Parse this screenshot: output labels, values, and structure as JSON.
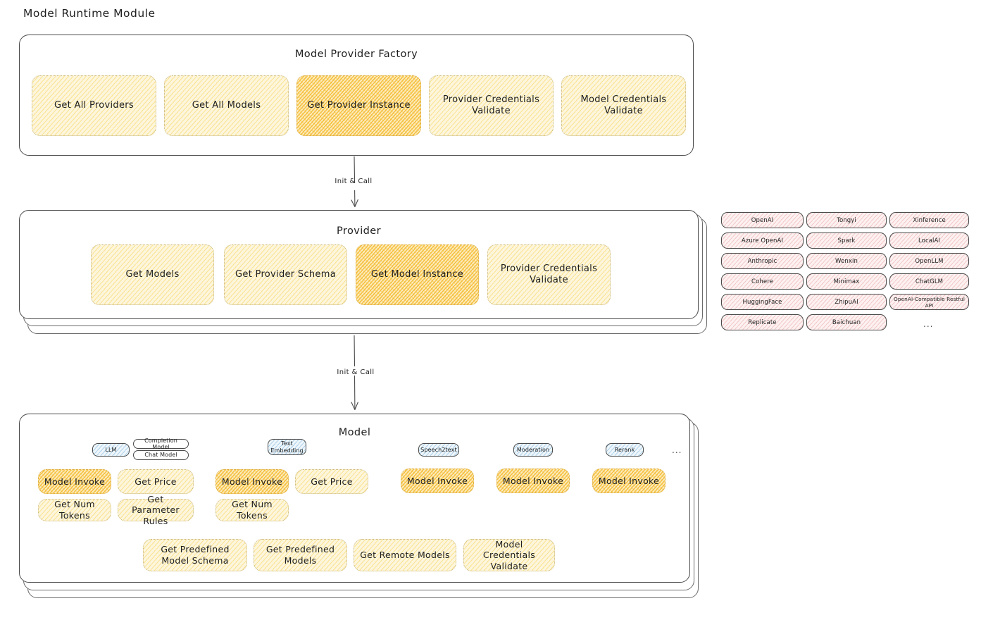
{
  "page": {
    "title": "Model Runtime Module"
  },
  "factory": {
    "title": "Model Provider Factory",
    "nodes": [
      {
        "label": "Get All Providers",
        "highlight": false
      },
      {
        "label": "Get All Models",
        "highlight": false
      },
      {
        "label": "Get Provider Instance",
        "highlight": true
      },
      {
        "label": "Provider Credentials Validate",
        "highlight": false
      },
      {
        "label": "Model Credentials Validate",
        "highlight": false
      }
    ]
  },
  "arrows": [
    {
      "label": "Init & Call"
    },
    {
      "label": "Init & Call"
    }
  ],
  "provider": {
    "title": "Provider",
    "nodes": [
      {
        "label": "Get Models",
        "highlight": false
      },
      {
        "label": "Get Provider Schema",
        "highlight": false
      },
      {
        "label": "Get Model Instance",
        "highlight": true
      },
      {
        "label": "Provider Credentials Validate",
        "highlight": false
      }
    ]
  },
  "provider_list": {
    "columns": [
      [
        "OpenAI",
        "Azure OpenAI",
        "Anthropic",
        "Cohere",
        "HuggingFace",
        "Replicate"
      ],
      [
        "Tongyi",
        "Spark",
        "Wenxin",
        "Minimax",
        "ZhipuAI",
        "Baichuan"
      ],
      [
        "Xinference",
        "LocalAI",
        "OpenLLM",
        "ChatGLM",
        "OpenAI-Compatible Restful API"
      ]
    ],
    "more": "..."
  },
  "model": {
    "title": "Model",
    "more": "...",
    "types": [
      {
        "badge": "LLM",
        "sub_badges": [
          "Completion Model",
          "Chat Model"
        ],
        "nodes": [
          {
            "label": "Model Invoke",
            "highlight": true
          },
          {
            "label": "Get Price",
            "highlight": false
          },
          {
            "label": "Get Num Tokens",
            "highlight": false
          },
          {
            "label": "Get Parameter Rules",
            "highlight": false
          }
        ]
      },
      {
        "badge": "Text Embedding",
        "sub_badges": [],
        "nodes": [
          {
            "label": "Model Invoke",
            "highlight": true
          },
          {
            "label": "Get Price",
            "highlight": false
          },
          {
            "label": "Get Num Tokens",
            "highlight": false
          }
        ]
      },
      {
        "badge": "Speech2text",
        "sub_badges": [],
        "nodes": [
          {
            "label": "Model Invoke",
            "highlight": true
          }
        ]
      },
      {
        "badge": "Moderation",
        "sub_badges": [],
        "nodes": [
          {
            "label": "Model Invoke",
            "highlight": true
          }
        ]
      },
      {
        "badge": "Rerank",
        "sub_badges": [],
        "nodes": [
          {
            "label": "Model Invoke",
            "highlight": true
          }
        ]
      }
    ],
    "common_nodes": [
      {
        "label": "Get Predefined Model Schema"
      },
      {
        "label": "Get Predefined Models"
      },
      {
        "label": "Get Remote Models"
      },
      {
        "label": "Model Credentials Validate"
      }
    ]
  },
  "colors": {
    "stroke": "#1e1e1e",
    "panel_border": "#4a4a4a",
    "yellow_fill": "#fdf6dd",
    "yellow_hachure": "#f7d154",
    "orange_hachure": "#f4ba2d",
    "blue_hachure": "#78b2db",
    "pink_hachure": "#e69696"
  }
}
